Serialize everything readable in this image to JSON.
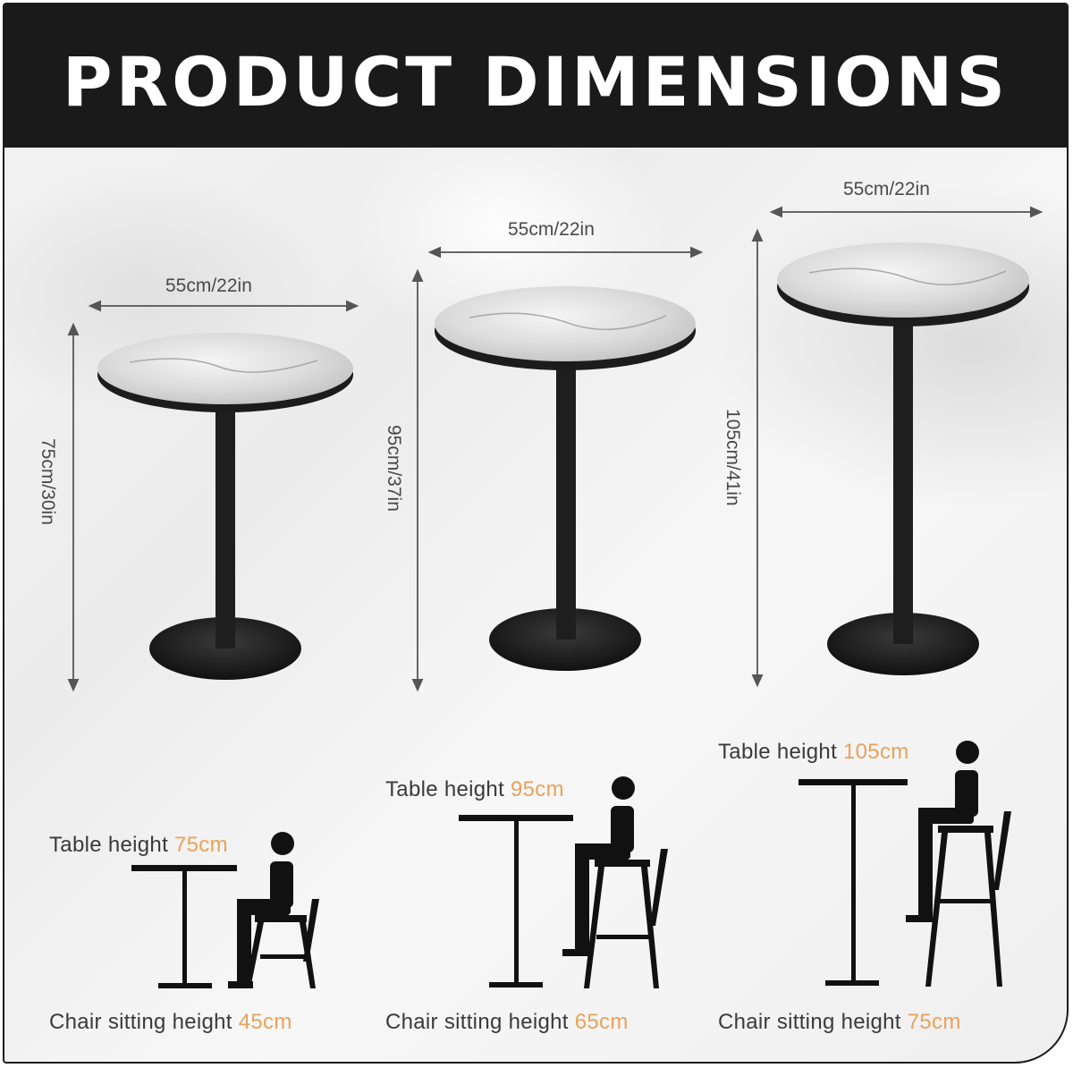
{
  "header": {
    "title": "PRODUCT DIMENSIONS"
  },
  "colors": {
    "header_bg": "#1a1a1a",
    "accent": "#e9a25a",
    "text": "#3a3a3a"
  },
  "tables": [
    {
      "width_label": "55cm/22in",
      "height_label": "75cm/30in",
      "table_height_label": "Table height",
      "table_height_value": "75cm",
      "chair_height_label": "Chair sitting height",
      "chair_height_value": "45cm"
    },
    {
      "width_label": "55cm/22in",
      "height_label": "95cm/37in",
      "table_height_label": "Table height",
      "table_height_value": "95cm",
      "chair_height_label": "Chair sitting height",
      "chair_height_value": "65cm"
    },
    {
      "width_label": "55cm/22in",
      "height_label": "105cm/41in",
      "table_height_label": "Table height",
      "table_height_value": "105cm",
      "chair_height_label": "Chair sitting height",
      "chair_height_value": "75cm"
    }
  ]
}
